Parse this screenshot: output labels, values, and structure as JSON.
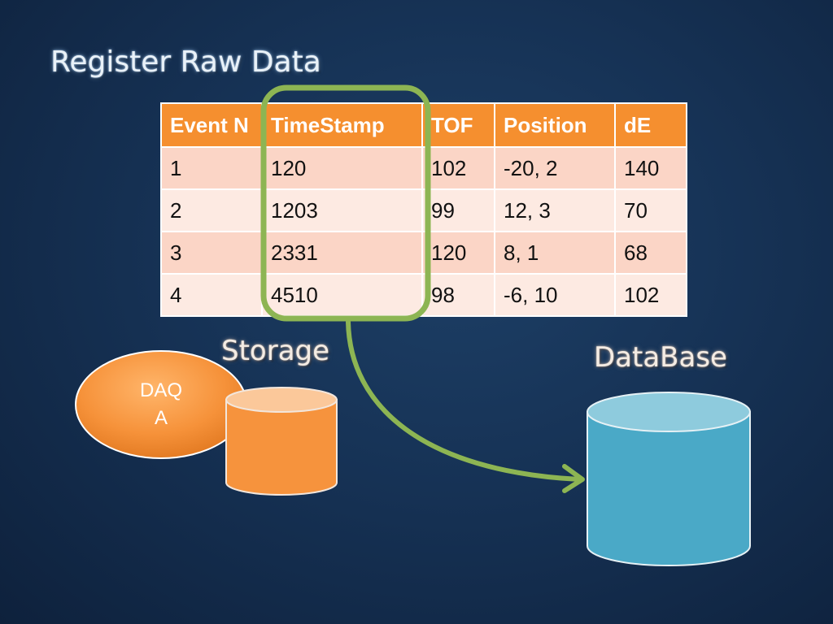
{
  "title": "Register Raw Data",
  "table": {
    "headers": [
      "Event N",
      "TimeStamp",
      "TOF",
      "Position",
      "dE"
    ],
    "rows": [
      [
        "1",
        "120",
        "102",
        "-20, 2",
        "140"
      ],
      [
        "2",
        "1203",
        "99",
        "12, 3",
        "70"
      ],
      [
        "3",
        "2331",
        "120",
        "8, 1",
        "68"
      ],
      [
        "4",
        "4510",
        "98",
        "-6, 10",
        "102"
      ]
    ]
  },
  "storage": {
    "label": "Storage"
  },
  "database": {
    "label": "DataBase"
  },
  "daq": {
    "line1": "DAQ",
    "line2": "A"
  },
  "colors": {
    "header_orange": "#f58f2f",
    "row_light": "#fbd5c6",
    "row_lighter": "#fdeae2",
    "highlight_green": "#8db553",
    "storage_orange": "#f6933d",
    "database_blue": "#4aa9c7"
  }
}
